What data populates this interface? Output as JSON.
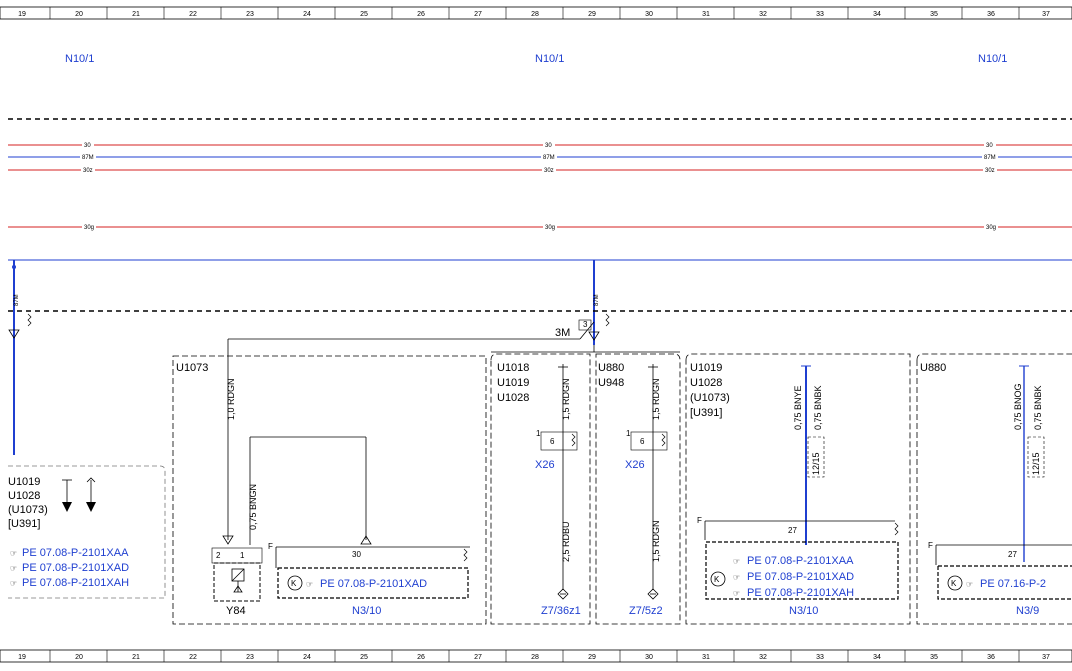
{
  "colors": {
    "wire_red": "#d62020",
    "wire_blue": "#1f3fd0",
    "text_blue": "#1f3fd0"
  },
  "ruler": [
    "19",
    "20",
    "21",
    "22",
    "23",
    "24",
    "25",
    "26",
    "27",
    "28",
    "29",
    "30",
    "31",
    "32",
    "33",
    "34",
    "35",
    "36",
    "37"
  ],
  "header_labels": [
    "N10/1",
    "N10/1",
    "N10/1"
  ],
  "bus": {
    "row_30": [
      "30",
      "30",
      "30"
    ],
    "row_87m": [
      "87M",
      "87M",
      "87M"
    ],
    "row_30z": [
      "30z",
      "30z",
      "30z"
    ],
    "row_30g": [
      "30g",
      "30g",
      "30g"
    ],
    "tap_87m": "87M",
    "ground_3m": "3M",
    "pin_3": "3"
  },
  "block_left": {
    "codes": [
      "U1019",
      "U1028",
      "(U1073)",
      "[U391]"
    ],
    "refs": [
      "PE 07.08-P-2101XAA",
      "PE 07.08-P-2101XAD",
      "PE 07.08-P-2101XAH"
    ]
  },
  "block_y84": {
    "code": "U1073",
    "wire1": "1,0 RDGN",
    "wire2": "0,75 BNGN",
    "pins": [
      "2",
      "1"
    ],
    "component": "Y84",
    "f_label": "F",
    "pin_30": "30",
    "module_ref": "PE 07.08-P-2101XAD",
    "module": "N3/10"
  },
  "block_z736": {
    "codes": [
      "U1018",
      "U1019",
      "U1028"
    ],
    "wire1": "1,5 RDGN",
    "wire2": "2,5 RDBU",
    "pin_1": "1",
    "pin_6": "6",
    "connector": "X26",
    "ground": "Z7/36z1"
  },
  "block_z75": {
    "codes": [
      "U880",
      "U948"
    ],
    "wire1": "1,5 RDGN",
    "wire2": "1,5 RDGN",
    "pin_1": "1",
    "pin_6": "6",
    "connector": "X26",
    "ground": "Z7/5z2"
  },
  "block_n310": {
    "codes": [
      "U1019",
      "U1028",
      "(U1073)",
      "[U391]"
    ],
    "wire_a": "0,75 BNYE",
    "wire_b": "0,75 BNBK",
    "wire_tag": "12/15",
    "f_label": "F",
    "pin_27": "27",
    "refs": [
      "PE 07.08-P-2101XAA",
      "PE 07.08-P-2101XAD",
      "PE 07.08-P-2101XAH"
    ],
    "module": "N3/10"
  },
  "block_n39": {
    "code": "U880",
    "wire_a": "0,75 BNOG",
    "wire_b": "0,75 BNBK",
    "wire_tag": "12/15",
    "f_label": "F",
    "pin_27": "27",
    "ref": "PE 07.16-P-2",
    "module": "N3/9"
  }
}
